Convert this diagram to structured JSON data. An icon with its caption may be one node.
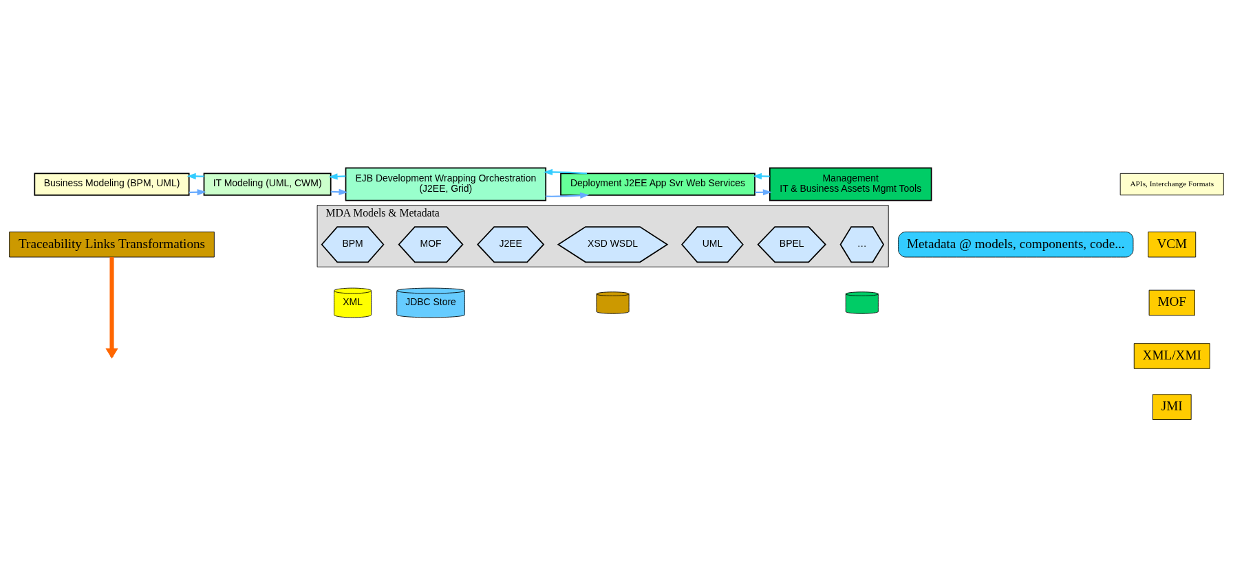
{
  "diagram": {
    "nodes": [
      {
        "text": [
          "Business Modeling (BPM, UML)"
        ]
      },
      {
        "text": [
          "IT Modeling (UML, CWM)"
        ]
      },
      {
        "text": [
          "EJB Development Wrapping Orchestration",
          "(J2EE, Grid)"
        ]
      },
      {
        "text": [
          "Deployment J2EE App Svr Web Services"
        ]
      },
      {
        "text": [
          "Management",
          "IT & Business Assets Mgmt Tools"
        ]
      },
      {
        "text": [
          "MDA Models & Metadata"
        ]
      },
      {
        "text": [
          "BPM"
        ],
        "in": 5
      },
      {
        "text": [
          "BPEL"
        ],
        "in": 5
      },
      {
        "text": [
          "UML"
        ],
        "in": 5
      },
      {
        "text": [
          "MOF"
        ],
        "in": 5
      },
      {
        "text": [
          "J2EE"
        ],
        "in": 5
      },
      {
        "text": [
          "XSD WSDL"
        ],
        "in": 5
      },
      {
        "text": [
          "…"
        ],
        "in": 5
      },
      {
        "text": [
          "XML"
        ]
      },
      {
        "text": [
          "JDBC Store"
        ]
      },
      {
        "text": [],
        "shape": "cylinder"
      },
      {
        "text": [],
        "shape": "cylinder"
      },
      {
        "text": [
          "Metadata @ models, components, code..."
        ]
      },
      {
        "text": [
          "Traceability Links Transformations"
        ]
      },
      {
        "text": [
          "APIs, Interchange Formats"
        ]
      },
      {
        "text": [
          "VCM"
        ]
      },
      {
        "text": [
          "MOF"
        ]
      },
      {
        "text": [
          "XML/XMI"
        ]
      },
      {
        "text": [
          "JMI"
        ]
      }
    ],
    "edges": [
      {
        "from": 0,
        "to": 1,
        "arrow": "to"
      },
      {
        "from": 1,
        "to": 0,
        "arrow": "to",
        "color": "#33ccff"
      },
      {
        "from": 1,
        "to": 2,
        "arrow": "to"
      },
      {
        "from": 2,
        "to": 1,
        "arrow": "to",
        "color": "#33ccff"
      },
      {
        "from": 2,
        "to": 3,
        "arrow": "to"
      },
      {
        "from": 3,
        "to": 2,
        "arrow": "to",
        "color": "#33ccff"
      },
      {
        "from": 3,
        "to": 4,
        "arrow": "to"
      },
      {
        "from": 4,
        "to": 3,
        "arrow": "to",
        "color": "#33ccff"
      },
      {
        "from": 18,
        "to": null,
        "arrow": "to",
        "style": "thick",
        "color": "#ff6600"
      }
    ]
  }
}
